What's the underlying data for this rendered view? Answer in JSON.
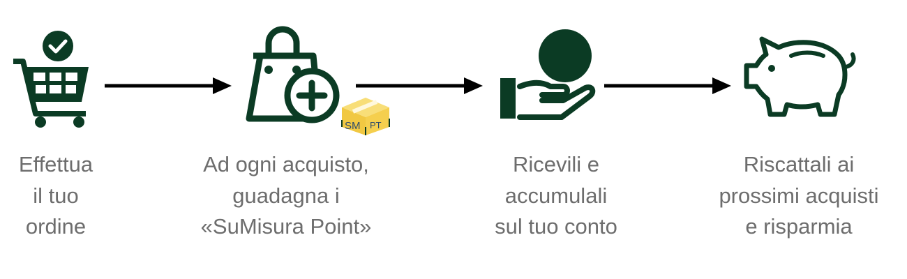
{
  "colors": {
    "icon": "#0b3b24",
    "text": "#6d6d6d",
    "box": "#f5cf4e"
  },
  "steps": [
    {
      "icon": "shopping-cart-check-icon",
      "lines": [
        "Effettua",
        "il tuo",
        "ordine"
      ]
    },
    {
      "icon": "shopping-bag-plus-icon",
      "lines": [
        "Ad ogni acquisto,",
        "guadagna i",
        "«SuMisura Point»"
      ]
    },
    {
      "icon": "hand-coin-icon",
      "lines": [
        "Ricevili e",
        "accumulali",
        "sul tuo conto"
      ]
    },
    {
      "icon": "piggy-bank-icon",
      "lines": [
        "Riscattali ai",
        "prossimi acquisti",
        "e risparmia"
      ]
    }
  ],
  "box_logo": {
    "left": "SM",
    "right": "PT"
  }
}
